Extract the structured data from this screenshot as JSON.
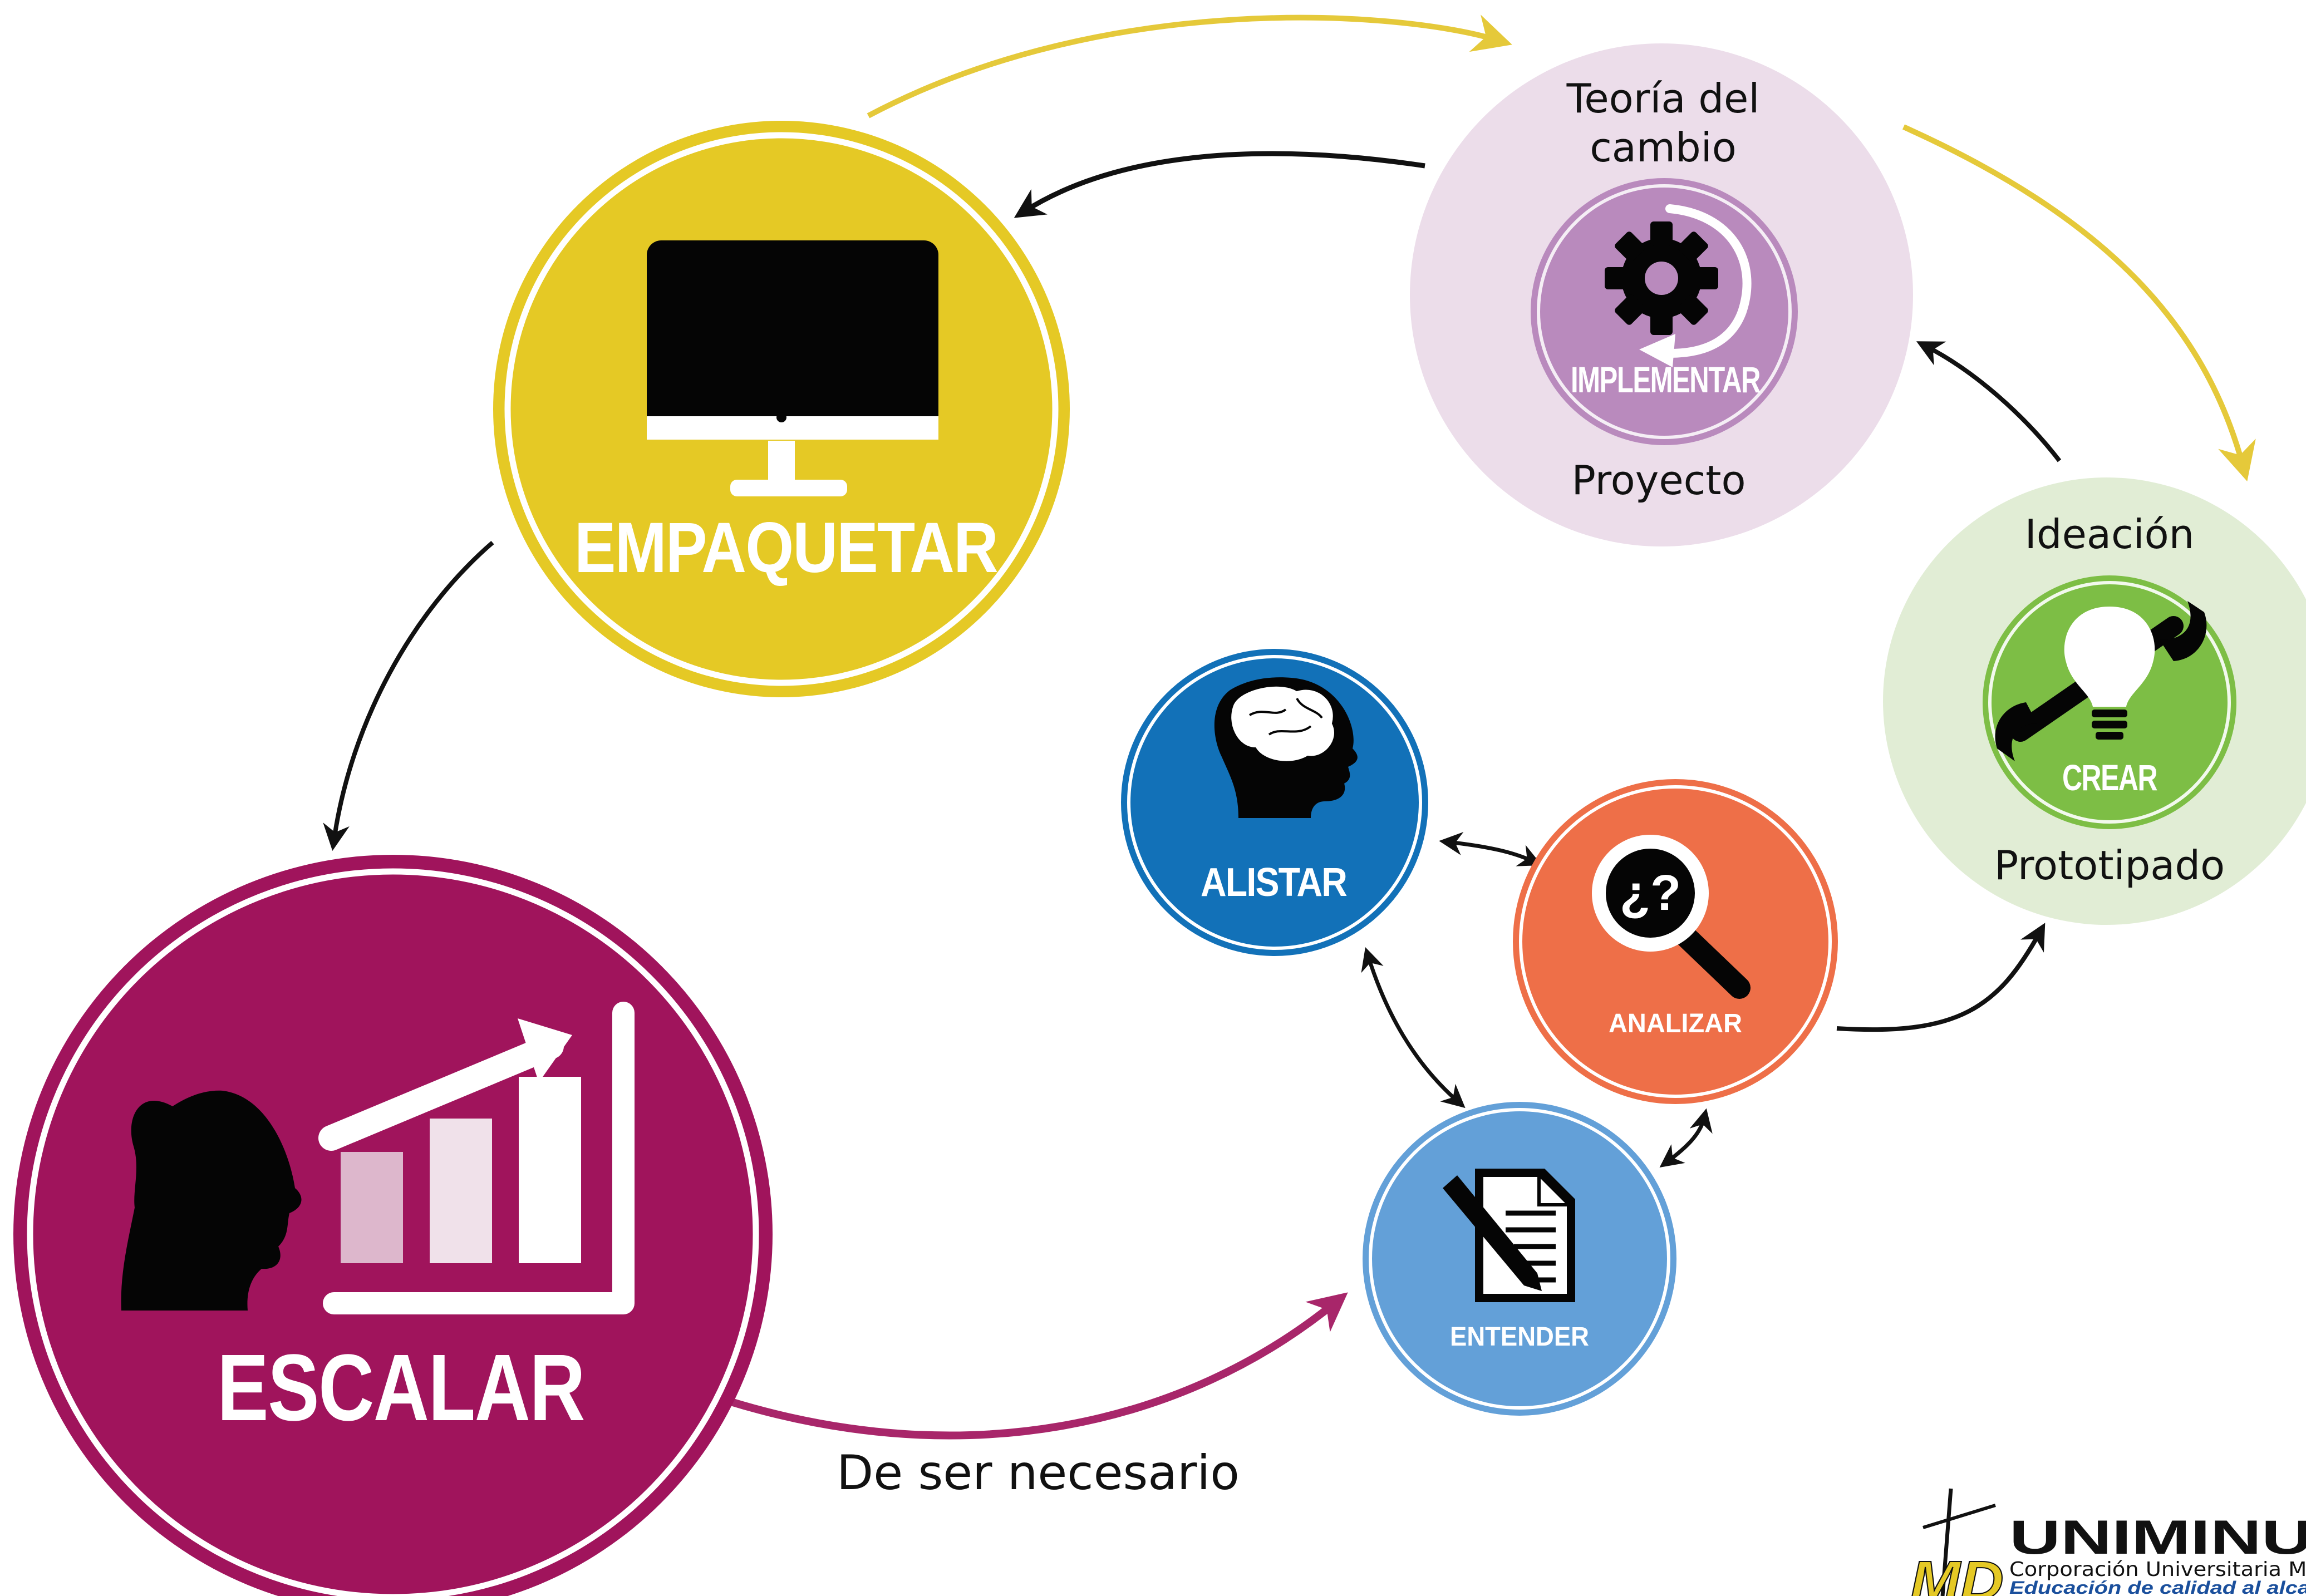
{
  "colors": {
    "empaquetar": "#E5C925",
    "escalar": "#A0145C",
    "alistar": "#1271B8",
    "analizar": "#EE6F48",
    "entender": "#63A0D8",
    "implementar_outer": "#ECDDEA",
    "implementar_inner": "#B98ABD",
    "crear_outer": "#E1EDD5",
    "crear_inner": "#7DBE45",
    "yellow_arrow": "#E5C93A",
    "magenta_arrow": "#A8266A",
    "black_arrow": "#111111"
  },
  "nodes": {
    "empaquetar": {
      "label": "EMPAQUETAR",
      "icon": "monitor-icon"
    },
    "escalar": {
      "label": "ESCALAR",
      "icon": "growth-chart-head-icon"
    },
    "alistar": {
      "label": "ALISTAR",
      "icon": "brain-head-icon"
    },
    "analizar": {
      "label": "ANALIZAR",
      "icon": "magnifier-question-icon",
      "glyph": "¿?"
    },
    "entender": {
      "label": "ENTENDER",
      "icon": "document-pencil-icon"
    },
    "implementar": {
      "label": "IMPLEMENTAR",
      "icon": "gear-cycle-icon",
      "top_line1": "Teoría del",
      "top_line2": "cambio",
      "bottom": "Proyecto"
    },
    "crear": {
      "label": "CREAR",
      "icon": "lightbulb-wrench-icon",
      "top": "Ideación",
      "bottom": "Prototipado"
    }
  },
  "annotation": "De ser necesario",
  "logo": {
    "letters": "MD",
    "name": "UNIMINU",
    "line1": "Corporación Universitaria Mi",
    "line2": "Educación de calidad al alca"
  }
}
